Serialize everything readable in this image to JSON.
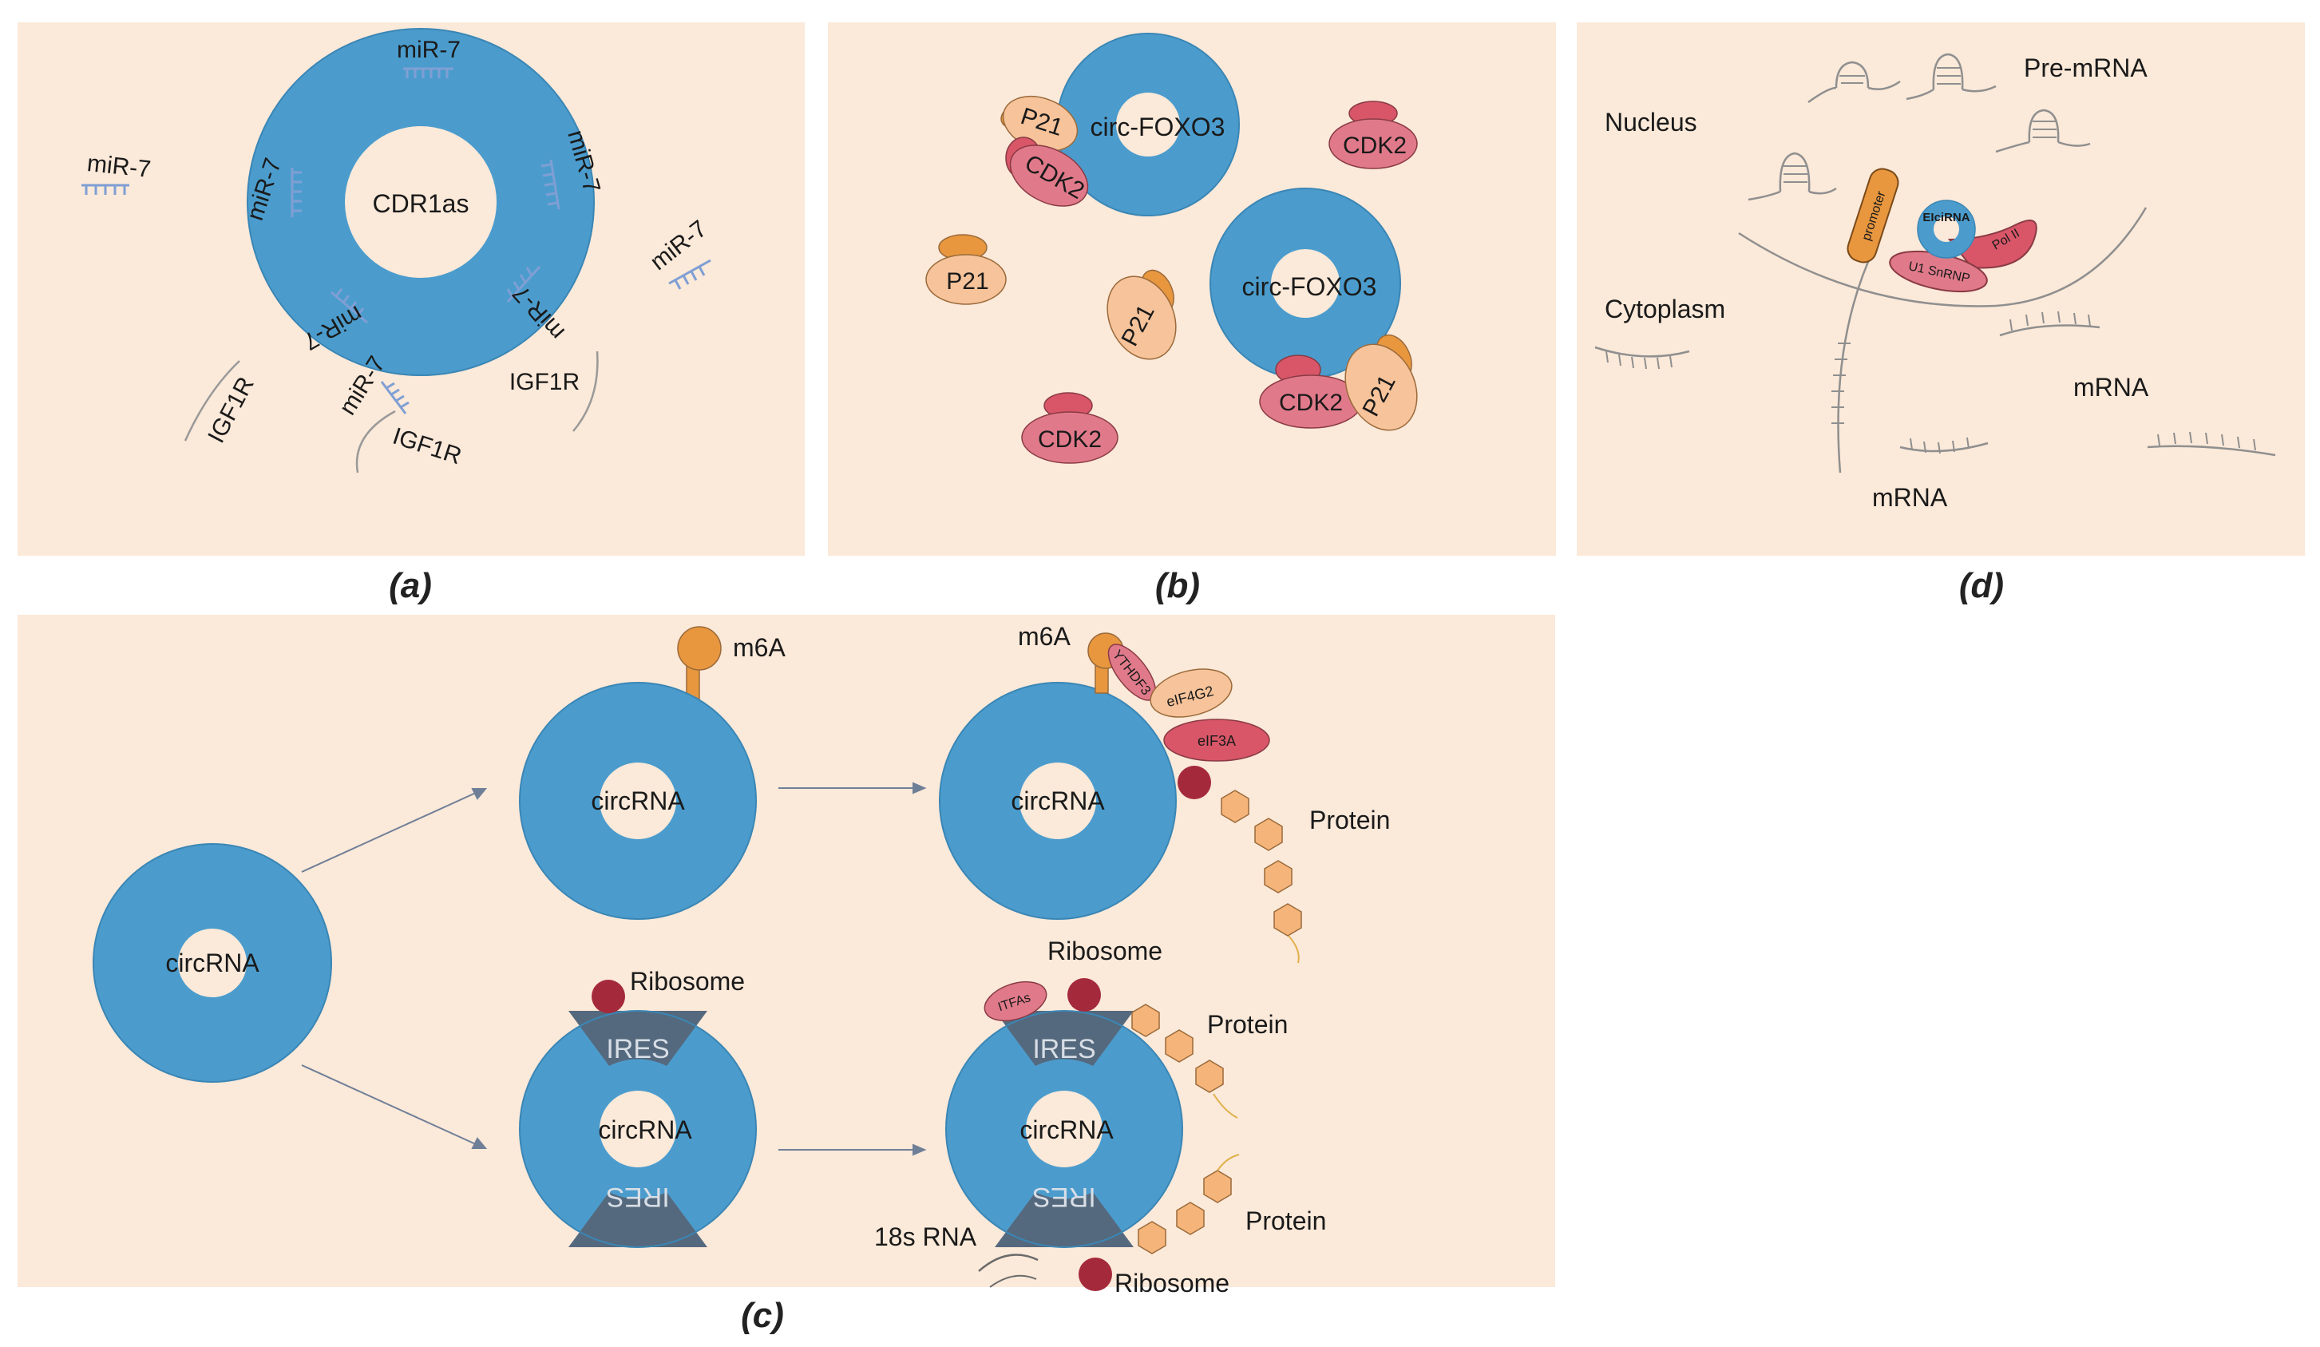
{
  "colors": {
    "panel_bg": "#fbe9d9",
    "ring_blue": "#4b9ccd",
    "ring_dark": "#2d6f99",
    "ires_slate": "#55697e",
    "orange": "#e8973f",
    "peach": "#f6c39a",
    "pink": "#e07a8a",
    "red": "#d85668",
    "ribosome": "#a4293b",
    "hexagon": "#f5b57a",
    "strand": "#a9b8cf",
    "line": "#8a8a8a"
  },
  "panel_a": {
    "caption": "(a)",
    "ring_label": "CDR1as",
    "mir_labels": [
      "miR-7",
      "miR-7",
      "miR-7",
      "miR-7",
      "miR-7",
      "miR-7",
      "miR-7",
      "miR-7"
    ],
    "igf_labels": [
      "IGF1R",
      "IGF1R",
      "IGF1R"
    ]
  },
  "panel_b": {
    "caption": "(b)",
    "ring_labels": [
      "circ-FOXO3",
      "circ-FOXO3"
    ],
    "p21_labels": [
      "P21",
      "P21",
      "P21",
      "P21"
    ],
    "cdk2_labels": [
      "CDK2",
      "CDK2",
      "CDK2",
      "CDK2"
    ]
  },
  "panel_c": {
    "caption": "(c)",
    "circ_labels": [
      "circRNA",
      "circRNA",
      "circRNA",
      "circRNA",
      "circRNA"
    ],
    "m6a_labels": [
      "m6A",
      "m6A"
    ],
    "factor_labels": [
      "YTHDF3",
      "eIF4G2",
      "eIF3A",
      "ITFAs"
    ],
    "protein_labels": [
      "Protein",
      "Protein",
      "Protein"
    ],
    "ribosome_labels": [
      "Ribosome",
      "Ribosome",
      "Ribosome"
    ],
    "ires_labels": [
      "IRES",
      "IRES",
      "IRES",
      "IRES"
    ],
    "rna18s_label": "18s RNA"
  },
  "panel_d": {
    "caption": "(d)",
    "nucleus_label": "Nucleus",
    "cytoplasm_label": "Cytoplasm",
    "pre_mrna_label": "Pre-mRNA",
    "mrna_labels": [
      "mRNA",
      "mRNA"
    ],
    "ciRNA_label": "EIciRNA",
    "promoter_label": "promoter",
    "snrnp_label": "U1 SnRNP",
    "pol_label": "Pol II"
  }
}
